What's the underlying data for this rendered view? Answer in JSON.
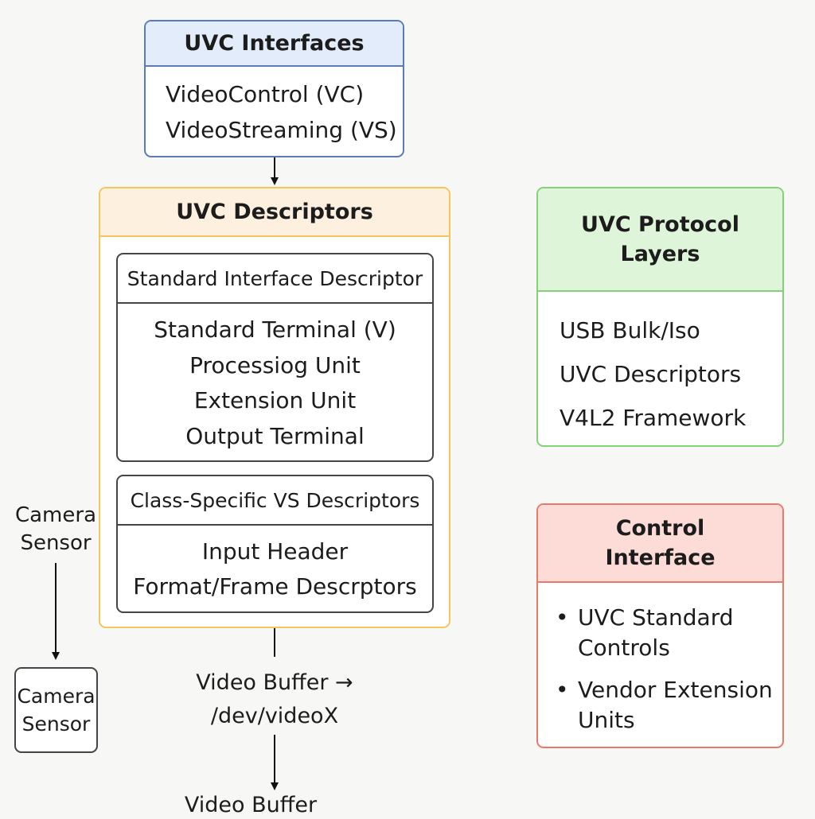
{
  "interfaces": {
    "title": "UVC Interfaces",
    "items": [
      "VideoControl (VC)",
      "VideoStreaming (VS)"
    ]
  },
  "descriptors": {
    "title": "UVC Descriptors",
    "standard": {
      "title": "Standard Interface Descriptor",
      "items": [
        "Standard Terminal (V)",
        "Processiog Unit",
        "Extension Unit",
        "Output Terminal"
      ]
    },
    "class_specific": {
      "title": "Class-Specific VS Descriptors",
      "items": [
        "Input Header",
        "Format/Frame Descrptors"
      ]
    }
  },
  "protocol_layers": {
    "title_lines": [
      "UVC Protocol",
      "Layers"
    ],
    "items": [
      "USB Bulk/Iso",
      "UVC Descriptors",
      "V4L2 Framework"
    ]
  },
  "control_interface": {
    "title_lines": [
      "Control",
      "Interface"
    ],
    "bullet_symbol": "•",
    "bullets": [
      {
        "lines": [
          "UVC Standard",
          "Controls"
        ]
      },
      {
        "lines": [
          "Vendor Extension",
          "Units"
        ]
      }
    ]
  },
  "camera": {
    "label_lines": [
      "Camera",
      "Sensor"
    ],
    "box_lines": [
      "Camera",
      "Sensor"
    ]
  },
  "buffer": {
    "label_lines": [
      "Video Buffer →",
      "/dev/videoX"
    ],
    "bottom_label": "Video Buffer"
  }
}
